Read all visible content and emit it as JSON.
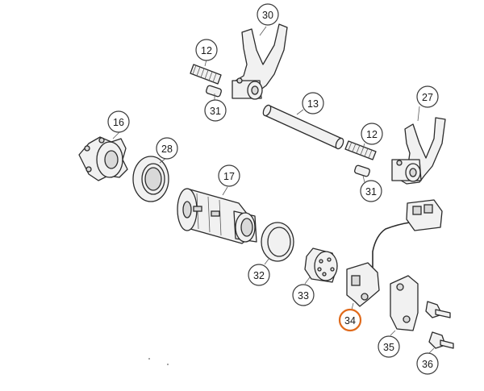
{
  "callouts": [
    {
      "id": "c30",
      "label": "30",
      "highlight": false
    },
    {
      "id": "c12a",
      "label": "12",
      "highlight": false
    },
    {
      "id": "c31a",
      "label": "31",
      "highlight": false
    },
    {
      "id": "c13",
      "label": "13",
      "highlight": false
    },
    {
      "id": "c27",
      "label": "27",
      "highlight": false
    },
    {
      "id": "c16",
      "label": "16",
      "highlight": false
    },
    {
      "id": "c28",
      "label": "28",
      "highlight": false
    },
    {
      "id": "c12b",
      "label": "12",
      "highlight": false
    },
    {
      "id": "c17",
      "label": "17",
      "highlight": false
    },
    {
      "id": "c31b",
      "label": "31",
      "highlight": false
    },
    {
      "id": "c32",
      "label": "32",
      "highlight": false
    },
    {
      "id": "c33",
      "label": "33",
      "highlight": false
    },
    {
      "id": "c34",
      "label": "34",
      "highlight": true
    },
    {
      "id": "c35",
      "label": "35",
      "highlight": false
    },
    {
      "id": "c36",
      "label": "36",
      "highlight": false
    }
  ],
  "colors": {
    "highlight": "#e06a1b",
    "outline": "#2b2b2b",
    "background": "#ffffff"
  }
}
